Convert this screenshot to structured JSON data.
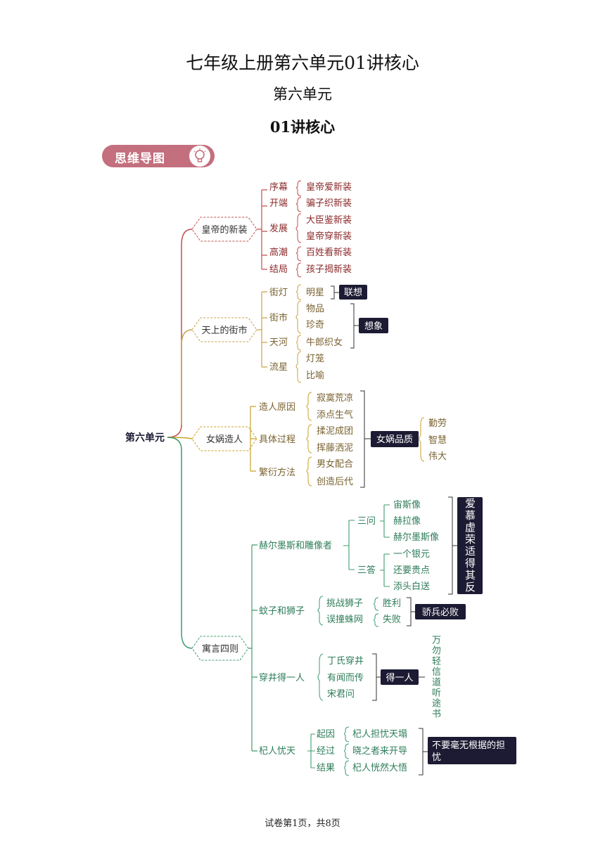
{
  "title": "七年级上册第六单元01讲核心",
  "subtitle": "第六单元",
  "lesson": "01讲核心",
  "badge": "思维导图",
  "root": "第六单元",
  "b1": {
    "title": "皇帝的新装",
    "rows": [
      {
        "k": "序幕",
        "v": "皇帝爱新装"
      },
      {
        "k": "开端",
        "v": "骗子织新装"
      },
      {
        "k": "发展",
        "v": "大臣鉴新装"
      },
      {
        "v": "皇帝穿新装"
      },
      {
        "k": "高潮",
        "v": "百姓看新装"
      },
      {
        "k": "结局",
        "v": "孩子揭新装"
      }
    ]
  },
  "b2": {
    "title": "天上的街市",
    "k1": "街灯",
    "k2": "街市",
    "k3": "天河",
    "k4": "流星",
    "v1": "明星",
    "v2": "物品",
    "v3": "珍奇",
    "v4": "牛郎织女",
    "v5": "灯笼",
    "v6": "比喻",
    "box1": "联想",
    "box2": "想象"
  },
  "b3": {
    "title": "女娲造人",
    "k1": "造人原因",
    "k2": "具体过程",
    "k3": "繁衍方法",
    "v1": "寂寞荒凉",
    "v2": "添点生气",
    "v3": "揉泥成团",
    "v4": "挥藤洒泥",
    "v5": "男女配合",
    "v6": "创造后代",
    "box": "女娲品质",
    "q1": "勤劳",
    "q2": "智慧",
    "q3": "伟大"
  },
  "b4": {
    "title": "寓言四则",
    "s1": {
      "name": "赫尔墨斯和雕像者",
      "k1": "三问",
      "k2": "三答",
      "v1": "宙斯像",
      "v2": "赫拉像",
      "v3": "赫尔墨斯像",
      "v4": "一个银元",
      "v5": "还要贵点",
      "v6": "添头白送",
      "moral": "爱慕虚荣适得其反"
    },
    "s2": {
      "name": "蚊子和狮子",
      "v1": "挑战狮子",
      "v2": "误撞蛛网",
      "r1": "胜利",
      "r2": "失败",
      "moral": "骄兵必败"
    },
    "s3": {
      "name": "穿井得一人",
      "v1": "丁氏穿井",
      "v2": "有闻而传",
      "v3": "宋君问",
      "box": "得一人",
      "moral": "万勿轻信道听途书"
    },
    "s4": {
      "name": "杞人忧天",
      "k1": "起因",
      "k2": "经过",
      "k3": "结果",
      "v1": "杞人担忧天塌",
      "v2": "晓之者来开导",
      "v3": "杞人恍然大悟",
      "moral_line1": "不要毫无根据的担",
      "moral_line2": "忧"
    }
  },
  "footer": "试卷第1页，共8页",
  "colors": {
    "red": "#c0504d",
    "orange": "#c9a24a",
    "gold": "#c9a227",
    "green": "#3f9c6e",
    "dark": "#1c1b33",
    "badge": "#c46f7e"
  }
}
